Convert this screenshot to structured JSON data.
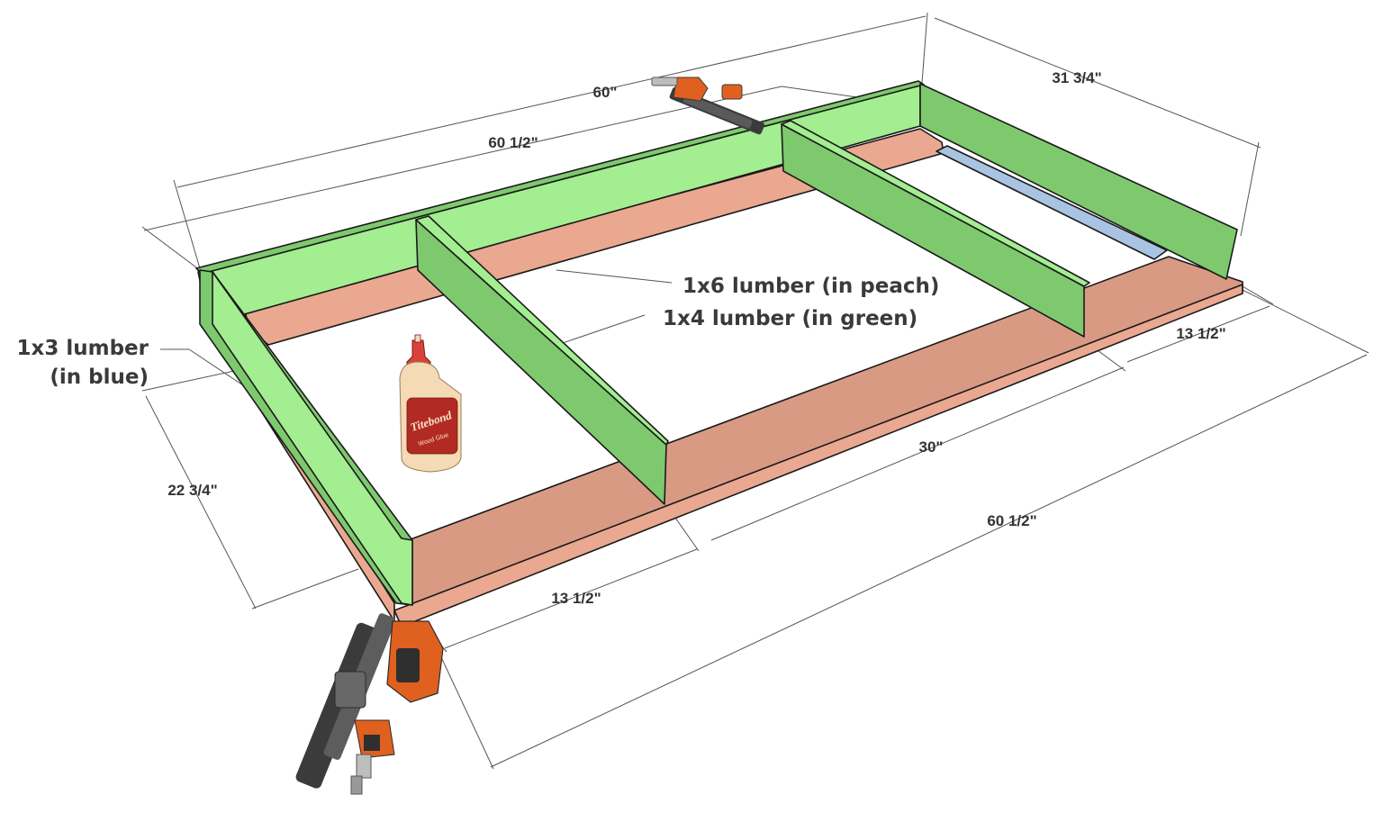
{
  "colors": {
    "peach": "#d99a84",
    "peach_light": "#eaa890",
    "green": "#7ec96e",
    "green_light": "#a3ee90",
    "blue": "#a9c4e2",
    "background": "#ffffff"
  },
  "dimensions": {
    "top_outer_length": "60\"",
    "top_inner_length": "60 1/2\"",
    "top_right_depth": "31 3/4\"",
    "right_gap": "13 1/2\"",
    "middle_span": "30\"",
    "bottom_length": "60 1/2\"",
    "left_gap": "13 1/2\"",
    "left_depth": "22 3/4\""
  },
  "labels": {
    "peach_lumber": "1x6 lumber (in peach)",
    "green_lumber": "1x4 lumber (in green)",
    "blue_lumber_line1": "1x3 lumber",
    "blue_lumber_line2": "(in blue)"
  },
  "glue_bottle": {
    "brand": "Titebond",
    "product": "Wood Glue"
  },
  "icons": [
    "nail-gun-icon",
    "glue-bottle-icon"
  ]
}
